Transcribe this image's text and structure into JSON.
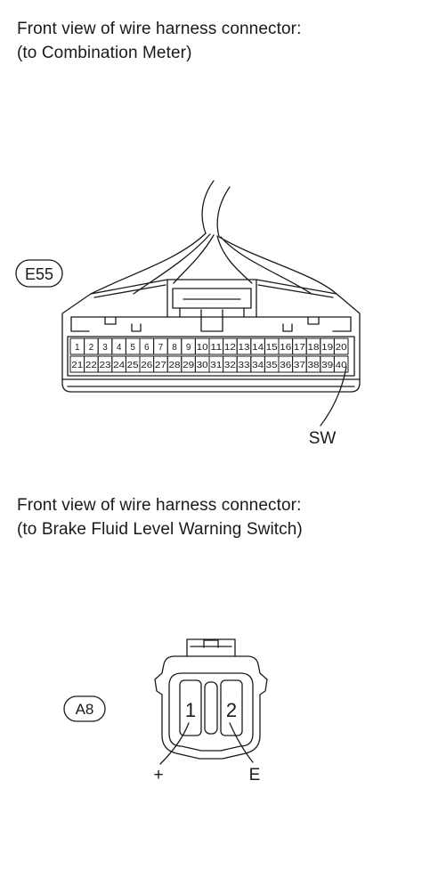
{
  "caption_top": {
    "line1": "Front view of wire harness connector:",
    "line2": "(to Combination Meter)"
  },
  "connector_e55": {
    "code": "E55",
    "row1": [
      "1",
      "2",
      "3",
      "4",
      "5",
      "6",
      "7",
      "8",
      "9",
      "10",
      "11",
      "12",
      "13",
      "14",
      "15",
      "16",
      "17",
      "18",
      "19",
      "20"
    ],
    "row2": [
      "21",
      "22",
      "23",
      "24",
      "25",
      "26",
      "27",
      "28",
      "29",
      "30",
      "31",
      "32",
      "33",
      "34",
      "35",
      "36",
      "37",
      "38",
      "39",
      "40"
    ],
    "terminal_label": "SW"
  },
  "caption_bottom": {
    "line1": "Front view of wire harness connector:",
    "line2": "(to Brake Fluid Level Warning Switch)"
  },
  "connector_a8": {
    "code": "A8",
    "pin1": "1",
    "pin2": "2",
    "pin1_label": "+",
    "pin2_label": "E"
  }
}
